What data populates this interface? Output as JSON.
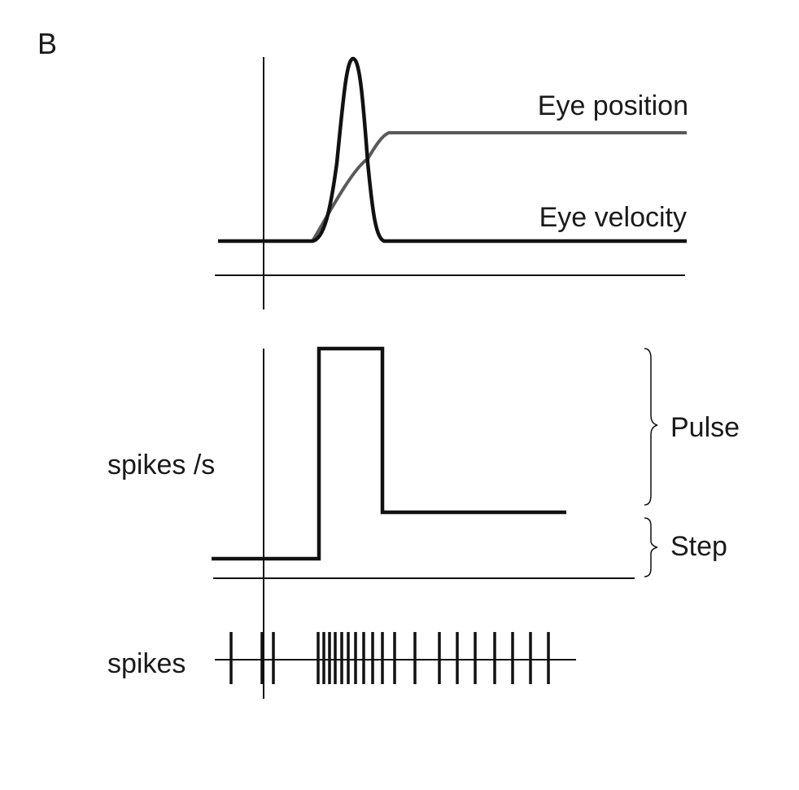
{
  "panel_label": "B",
  "top_plot": {
    "position_label": "Eye position",
    "velocity_label": "Eye velocity"
  },
  "middle_plot": {
    "ylabel": "spikes /s",
    "pulse_label": "Pulse",
    "step_label": "Step"
  },
  "bottom_plot": {
    "label": "spikes",
    "spike_count": 22
  },
  "colors": {
    "velocity": "#111111",
    "position": "#5a5a5a",
    "axes": "#111111"
  }
}
